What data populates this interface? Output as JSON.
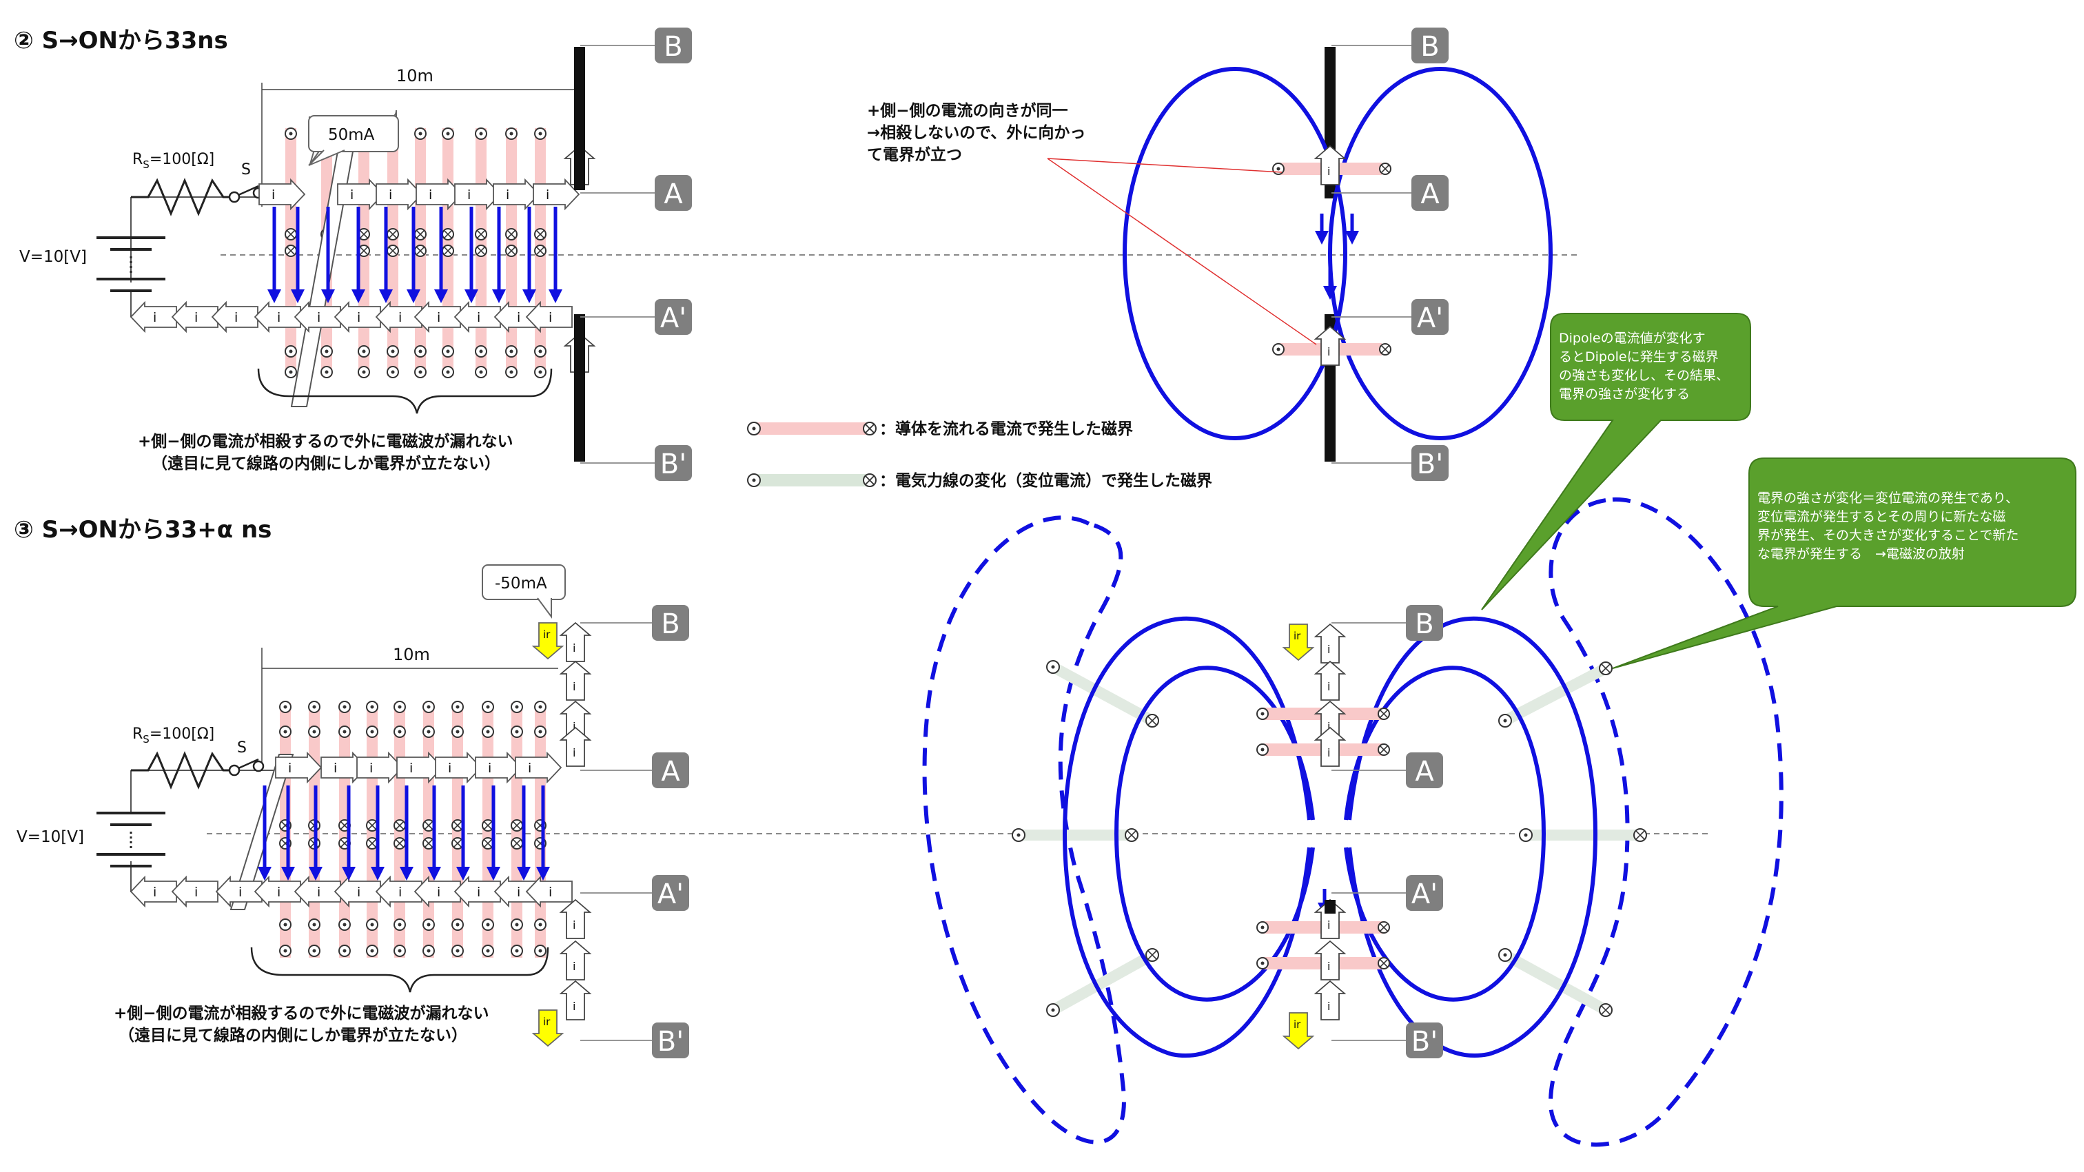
{
  "section2": {
    "title": "② S→ONから33ns",
    "distance_label": "10m",
    "current_label": "50mA",
    "resistor_label": "R",
    "resistor_sub": "S",
    "resistor_value": "=100[Ω]",
    "switch_label": "S",
    "voltage_label": "V=10[V]",
    "current_symbol": "i",
    "note_line1": "+側−側の電流が相殺するので外に電磁波が漏れない",
    "note_line2": "（遠目に見て線路の内側にしか電界が立たない）",
    "terminals": [
      "B",
      "A",
      "A'",
      "B'"
    ]
  },
  "dipole2": {
    "terminals": [
      "B",
      "A",
      "A'",
      "B'"
    ],
    "note_line1": "+側−側の電流の向きが同一",
    "note_line2": "→相殺しないので、外に向かっ",
    "note_line3": "て電界が立つ"
  },
  "legend": {
    "item1": "：導体を流れる電流で発生した磁界",
    "item2": "：電気力線の変化（変位電流）で発生した磁界"
  },
  "section3": {
    "title": "③ S→ONから33+α ns",
    "distance_label": "10m",
    "current_label": "-50mA",
    "resistor_label": "R",
    "resistor_sub": "S",
    "resistor_value": "=100[Ω]",
    "switch_label": "S",
    "voltage_label": "V=10[V]",
    "current_symbol": "i",
    "reflect_symbol": "ir",
    "note_line1": "+側−側の電流が相殺するので外に電磁波が漏れない",
    "note_line2": "（遠目に見て線路の内側にしか電界が立たない）",
    "terminals": [
      "B",
      "A",
      "A'",
      "B'"
    ]
  },
  "dipole3": {
    "terminals": [
      "B",
      "A",
      "A'",
      "B'"
    ]
  },
  "callout1": {
    "line1": "Dipoleの電流値が変化す",
    "line2": "るとDipoleに発生する磁界",
    "line3": "の強さも変化し、その結果、",
    "line4": "電界の強さが変化する"
  },
  "callout2": {
    "line1": "電界の強さが変化＝変位電流の発生であり、",
    "line2": "変位電流が発生するとその周りに新たな磁",
    "line3": "界が発生、その大きさが変化することで新た",
    "line4": "な電界が発生する　→電磁波の放射"
  },
  "colors": {
    "field_blue": "#1010e0",
    "callout_green": "#5aa02c",
    "magnetic_pink": "#f9c9c9",
    "displacement_gray": "#d9e6d9",
    "terminal_gray": "#7f7f7f",
    "reflect_yellow": "#ffff00"
  }
}
